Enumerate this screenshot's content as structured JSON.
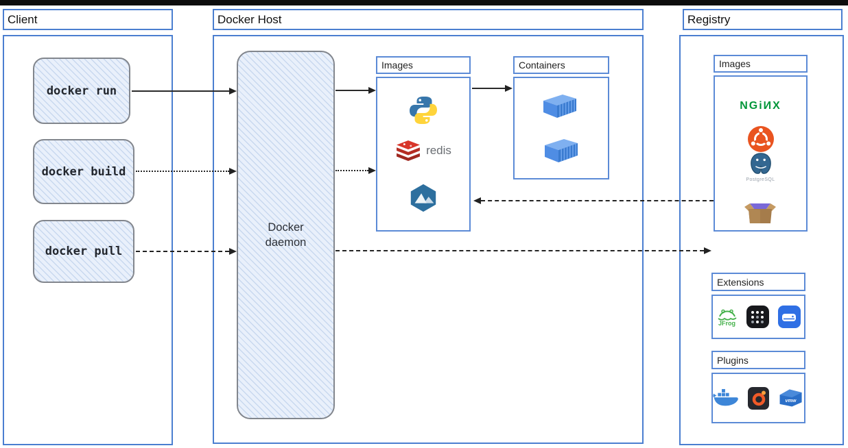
{
  "client": {
    "title": "Client",
    "commands": [
      "docker run",
      "docker build",
      "docker pull"
    ]
  },
  "docker_host": {
    "title": "Docker Host",
    "daemon_label": "Docker daemon",
    "images_title": "Images",
    "containers_title": "Containers",
    "images": [
      {
        "name": "python"
      },
      {
        "name": "redis",
        "label": "redis"
      },
      {
        "name": "alpine"
      }
    ],
    "containers_count": 2
  },
  "registry": {
    "title": "Registry",
    "images_title": "Images",
    "extensions_title": "Extensions",
    "plugins_title": "Plugins",
    "images": [
      {
        "name": "nginx",
        "label": "NGiИX"
      },
      {
        "name": "ubuntu"
      },
      {
        "name": "postgresql",
        "label": "PostgreSQL"
      },
      {
        "name": "busybox"
      }
    ],
    "extensions": [
      {
        "name": "jfrog",
        "label": "JFrog"
      },
      {
        "name": "extension-grid"
      },
      {
        "name": "vm-extension"
      }
    ],
    "plugins": [
      {
        "name": "docker-whale"
      },
      {
        "name": "grafana"
      },
      {
        "name": "vmware",
        "label": "vmw"
      }
    ]
  },
  "colors": {
    "panel_border": "#4a7ed0",
    "arrow": "#222222",
    "nginx_green": "#009639",
    "ubuntu_orange": "#e95420",
    "redis_red": "#d8362a",
    "alpine_blue": "#2d6f9e",
    "jfrog_green": "#43b049",
    "container_blue": "#4f8de4",
    "sketch_fill": "#e9f0fb"
  }
}
